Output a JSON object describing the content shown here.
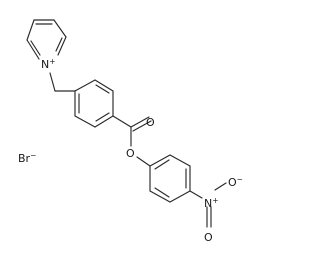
{
  "molecule": {
    "atoms": {
      "n_plus": {
        "element": "N",
        "charge": "+"
      },
      "ester_o_carbonyl": {
        "element": "O"
      },
      "ester_o_link": {
        "element": "O"
      },
      "nitro_n": {
        "element": "N",
        "charge": "+"
      },
      "nitro_o_minus": {
        "element": "O",
        "charge": "−"
      },
      "nitro_o": {
        "element": "O"
      }
    },
    "counterion": {
      "element": "Br",
      "charge": "−"
    }
  }
}
